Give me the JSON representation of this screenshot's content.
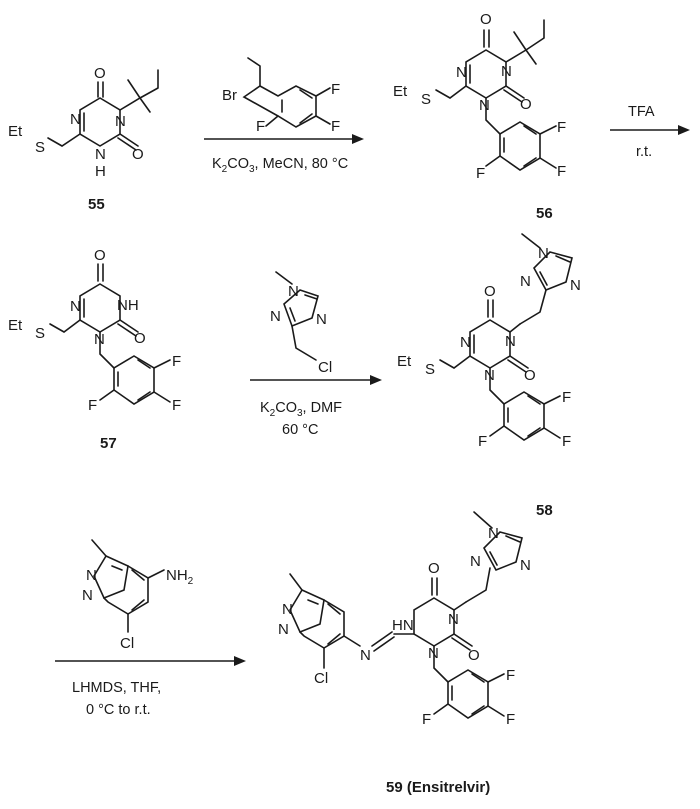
{
  "compounds": {
    "c55": {
      "label": "55"
    },
    "c56": {
      "label": "56"
    },
    "c57": {
      "label": "57"
    },
    "c58": {
      "label": "58"
    },
    "c59": {
      "label": "59 (Ensitrelvir)"
    }
  },
  "atoms": {
    "o": "O",
    "n": "N",
    "nh": "NH",
    "hn": "HN",
    "h": "H",
    "s": "S",
    "et": "Et",
    "f": "F",
    "br": "Br",
    "cl": "Cl",
    "nh2": "NH",
    "sub2": "2"
  },
  "steps": {
    "s1": {
      "line1": "K",
      "sub1": "2",
      "line1b": "CO",
      "sub2": "3",
      "line1c": ", MeCN, 80 °C"
    },
    "s2": {
      "above": "TFA",
      "below": "r.t."
    },
    "s3": {
      "k": "K",
      "sub1": "2",
      "co": "CO",
      "sub2": "3",
      "rest": ", DMF",
      "line2": "60 °C"
    },
    "s4": {
      "line1": "LHMDS, THF,",
      "line2": "0 °C to r.t."
    }
  }
}
